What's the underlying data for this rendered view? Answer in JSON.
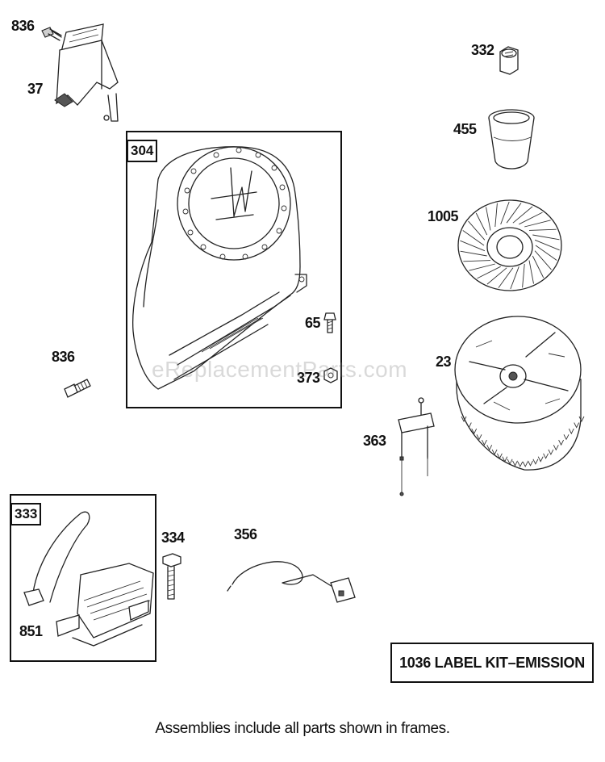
{
  "parts": {
    "p836a": "836",
    "p37": "37",
    "p304": "304",
    "p65": "65",
    "p373": "373",
    "p836b": "836",
    "p332": "332",
    "p455": "455",
    "p1005": "1005",
    "p23": "23",
    "p363": "363",
    "p333": "333",
    "p851": "851",
    "p334": "334",
    "p356": "356"
  },
  "kit_label": "1036 LABEL KIT–EMISSION",
  "footnote": "Assemblies include all parts shown in frames.",
  "watermark": "eReplacementParts.com"
}
